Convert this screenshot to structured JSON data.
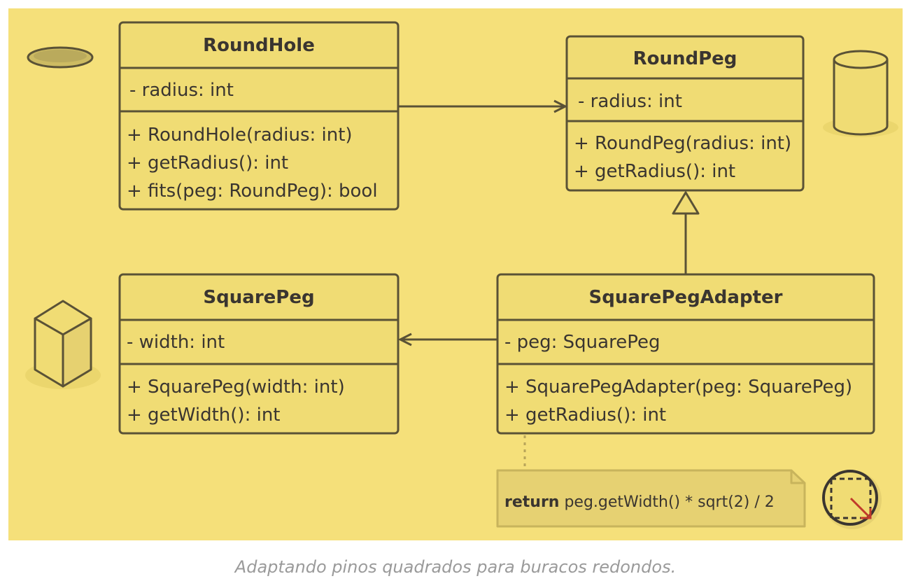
{
  "classes": {
    "round_hole": {
      "name": "RoundHole",
      "fields": [
        "- radius: int"
      ],
      "methods": [
        "+ RoundHole(radius: int)",
        "+ getRadius(): int",
        "+ fits(peg: RoundPeg): bool"
      ]
    },
    "round_peg": {
      "name": "RoundPeg",
      "fields": [
        "- radius: int"
      ],
      "methods": [
        "+ RoundPeg(radius: int)",
        "+ getRadius(): int"
      ]
    },
    "square_peg": {
      "name": "SquarePeg",
      "fields": [
        "- width: int"
      ],
      "methods": [
        "+ SquarePeg(width: int)",
        "+ getWidth(): int"
      ]
    },
    "square_peg_adapter": {
      "name": "SquarePegAdapter",
      "fields": [
        "- peg: SquarePeg"
      ],
      "methods": [
        "+ SquarePegAdapter(peg: SquarePeg)",
        "+ getRadius(): int"
      ]
    }
  },
  "note": {
    "keyword": "return",
    "code": " peg.getWidth() * sqrt(2) / 2"
  },
  "caption": "Adaptando pinos quadrados para buracos redondos.",
  "colors": {
    "background": "#f5e07a",
    "box_fill": "#f0dc74",
    "stroke": "#5a5236",
    "note_fill": "#e6d172",
    "note_stroke": "#c8b45c",
    "caption": "#9a9a9a",
    "accent_red": "#c0392b"
  }
}
